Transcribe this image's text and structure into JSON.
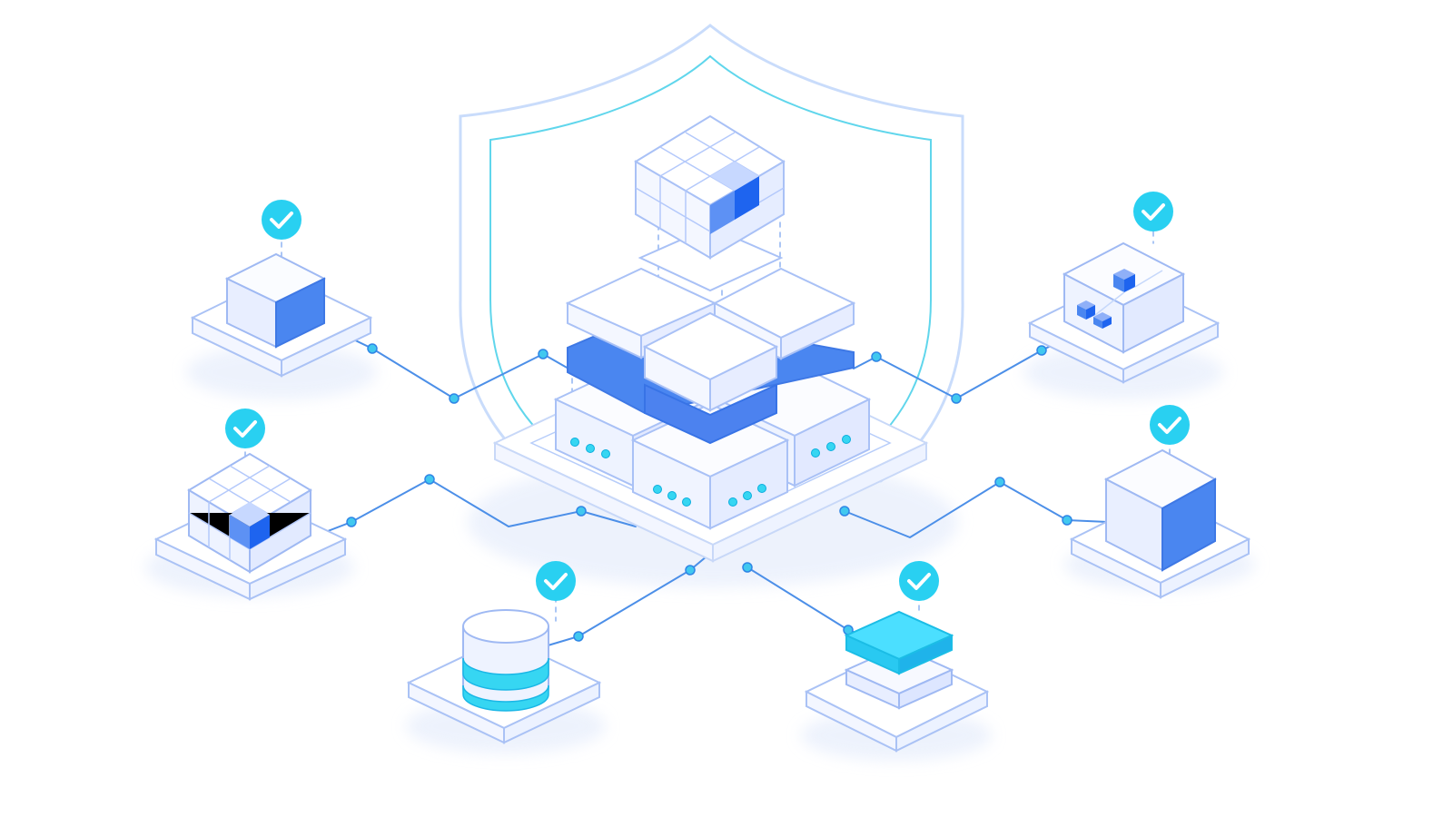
{
  "diagram": {
    "central_node": "server-stack",
    "nodes": [
      {
        "id": "block-node",
        "icon": "cube-icon",
        "status": "verified"
      },
      {
        "id": "grid-node",
        "icon": "grid-cube-icon",
        "status": "verified"
      },
      {
        "id": "database-node",
        "icon": "database-icon",
        "status": "verified"
      },
      {
        "id": "layers-node",
        "icon": "layers-icon",
        "status": "verified"
      },
      {
        "id": "box-node",
        "icon": "cube-icon",
        "status": "verified"
      },
      {
        "id": "modules-node",
        "icon": "modules-icon",
        "status": "verified"
      }
    ],
    "status_icon": "check-circle-icon",
    "security_icon": "shield-icon"
  },
  "colors": {
    "blue": "#4a86f0",
    "deep_blue": "#1e64ef",
    "cyan": "#36d6f2",
    "line": "#4c8fe8",
    "outline": "#9fb9f3",
    "face_light": "#f4f7ff",
    "face_mid": "#e3eaff",
    "shadow": "#dfe8fb"
  }
}
